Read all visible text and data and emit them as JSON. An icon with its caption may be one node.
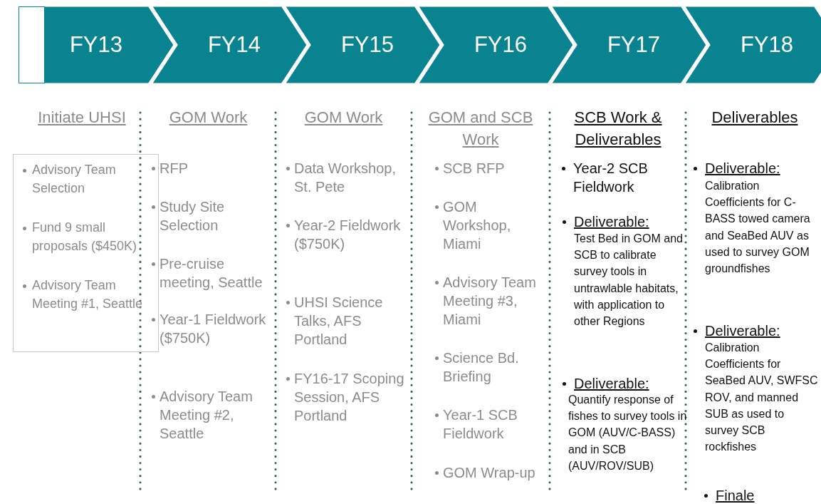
{
  "diagram": {
    "nodes": [
      {
        "text": [
          "FY13"
        ]
      },
      {
        "text": [
          "FY14"
        ]
      },
      {
        "text": [
          "FY15"
        ]
      },
      {
        "text": [
          "FY16"
        ]
      },
      {
        "text": [
          "FY17"
        ]
      },
      {
        "text": [
          "FY18"
        ]
      },
      {
        "text": [
          "Advisory Team Selection",
          "Fund 9 small proposals ($450K)",
          "Advisory Team Meeting #1, Seattle"
        ]
      }
    ],
    "labels": [
      "Initiate UHSI",
      "GOM Work",
      "GOM Work",
      "GOM and SCB Work",
      "SCB Work & Deliverables",
      "Deliverables",
      "RFP",
      "Study Site Selection",
      "Pre-cruise meeting, Seattle",
      "Year-1 Fieldwork ($750K)",
      "Advisory Team Meeting #2, Seattle",
      "Data Workshop, St. Pete",
      "Year-2 Fieldwork ($750K)",
      "UHSI Science Talks, AFS Portland",
      "FY16-17 Scoping Session, AFS Portland",
      "SCB RFP",
      "GOM Workshop, Miami",
      "Advisory Team Meeting #3, Miami",
      "Science Bd. Briefing",
      "Year-1 SCB Fieldwork",
      "GOM Wrap-up",
      "Year-2 SCB Fieldwork",
      "Deliverable:",
      "Test Bed in GOM and SCB to calibrate survey tools in untrawlable habitats, with application to other Regions",
      "Deliverable:",
      "Quantify response of fishes to survey tools in GOM (AUV/C-BASS) and in SCB (AUV/ROV/SUB)",
      "Deliverable:",
      "Calibration Coefficients for C-BASS towed camera and SeaBed AUV as used to survey GOM groundfishes",
      "Deliverable:",
      "Calibration Coefficients for SeaBed AUV, SWFSC ROV, and manned SUB as used to survey SCB rockfishes",
      "Finale"
    ]
  }
}
